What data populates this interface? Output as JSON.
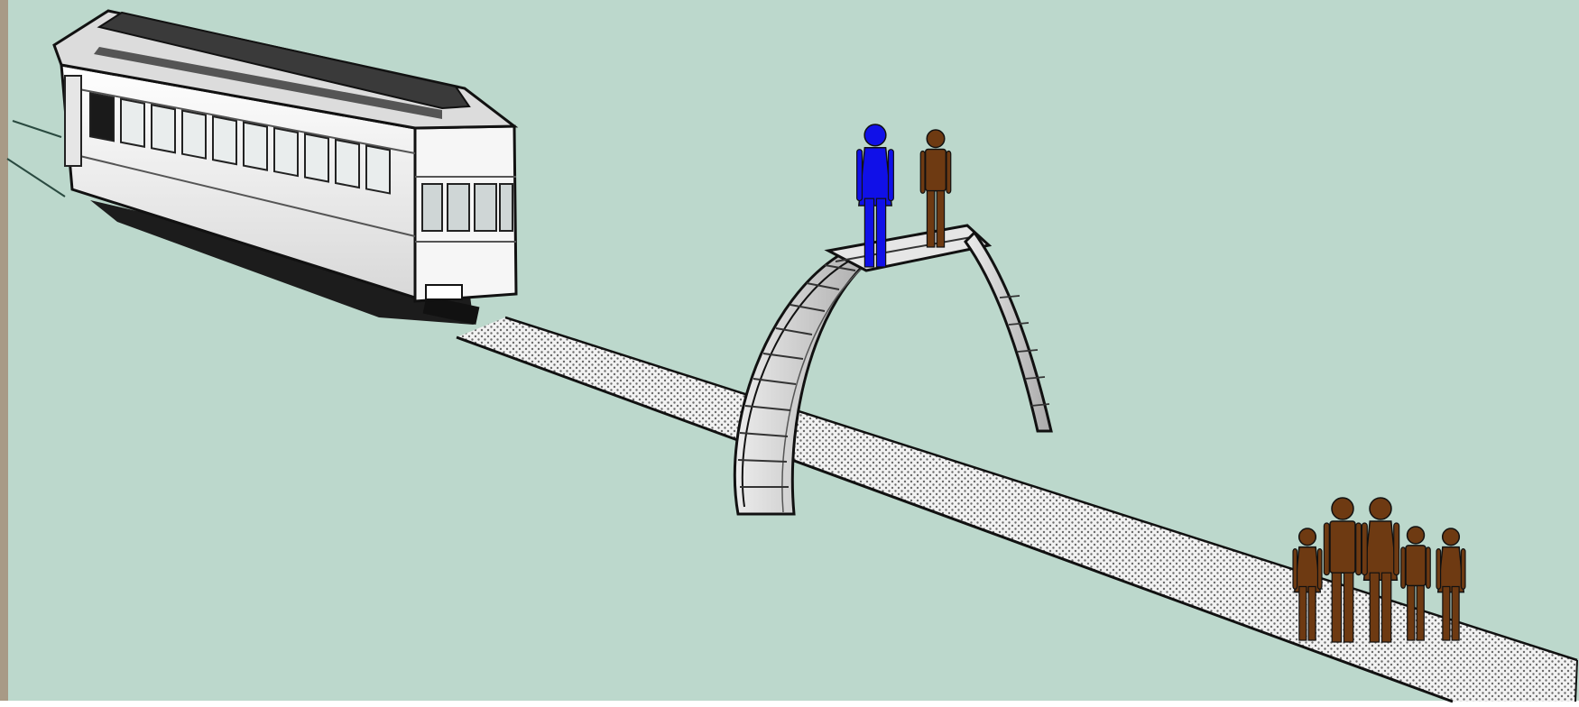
{
  "scene": {
    "background_color": "#bcd8cc",
    "frame_color": "#a89a86",
    "track_fill": "#f2f2f2",
    "track_dot": "#6a6a6a",
    "bystander_color": "#1010e8",
    "person_color": "#6e3a12",
    "trolley_body": "#f4f4f4",
    "trolley_roof": "#3a3a3a"
  },
  "elements": {
    "trolley": {
      "icon": "trolley-car-icon",
      "windows": 10
    },
    "bridge": {
      "icon": "footbridge-icon"
    },
    "bystander": {
      "icon": "person-icon",
      "role": "bystander"
    },
    "large_person": {
      "icon": "person-icon"
    },
    "group": {
      "icon": "family-group-icon",
      "count": 5
    }
  }
}
